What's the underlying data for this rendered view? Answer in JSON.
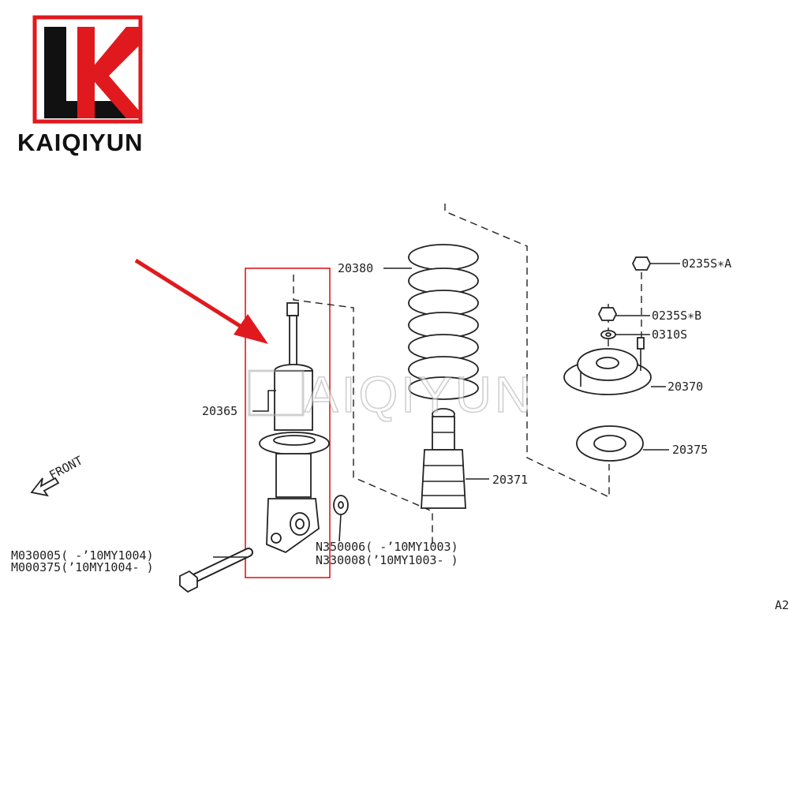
{
  "brand": {
    "name": "KAIQIYUN",
    "logo_letters": "LK",
    "logo_color": "#e0191e"
  },
  "watermark": {
    "text": "AIQIYUN",
    "logo_letters": "LK"
  },
  "arrow_color": "#e0191e",
  "highlight_color": "#e0191e",
  "parts": {
    "shock_absorber": "20365",
    "coil_spring": "20380",
    "bump_stopper": "20371",
    "mount": "20370",
    "spring_seat": "20375",
    "nut_a": "0235S∗A",
    "nut_b": "0235S∗B",
    "washer": "0310S"
  },
  "bolt": {
    "line1": "M030005( -’10MY1004)",
    "line2": "M000375(’10MY1004- )"
  },
  "nut": {
    "line1": "N350006( -’10MY1003)",
    "line2": "N330008(’10MY1003- )"
  },
  "front_label": "FRONT",
  "corner_code": "A2"
}
